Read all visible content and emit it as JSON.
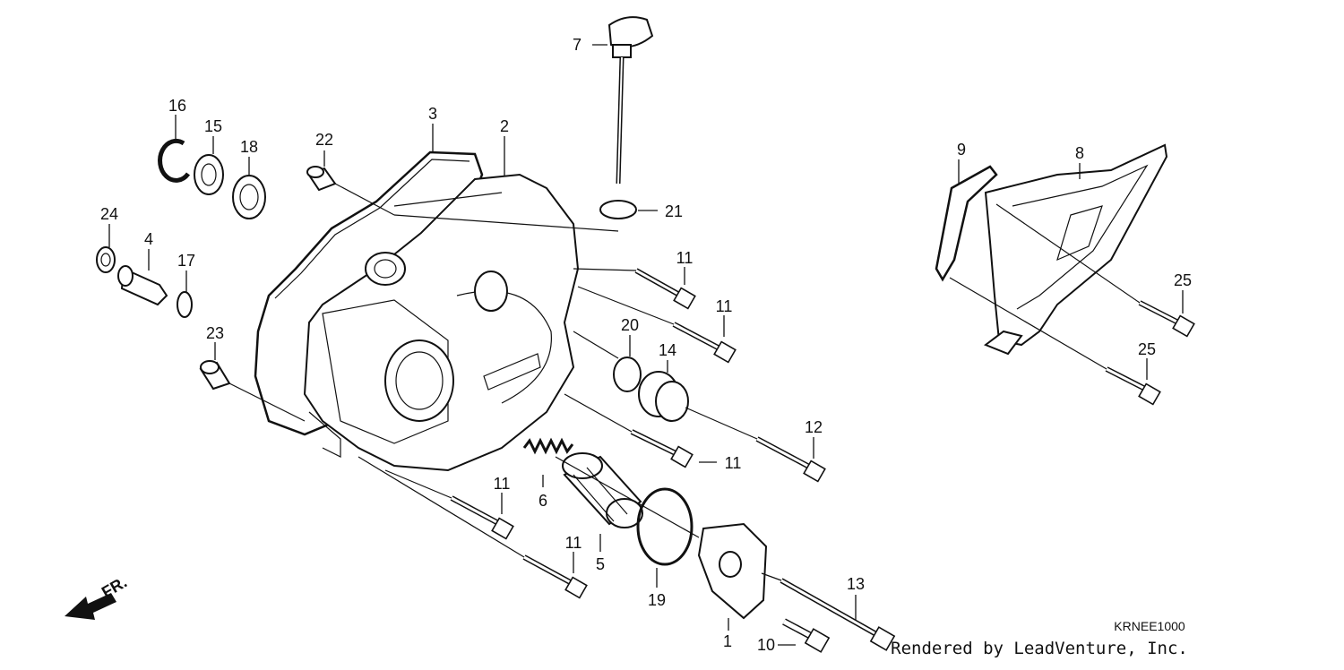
{
  "diagram": {
    "callouts": [
      "1",
      "2",
      "3",
      "4",
      "5",
      "6",
      "7",
      "8",
      "9",
      "10",
      "11",
      "12",
      "13",
      "14",
      "15",
      "16",
      "17",
      "18",
      "19",
      "20",
      "21",
      "22",
      "23",
      "24",
      "25"
    ],
    "diagram_code": "KRNEE1000",
    "credit": "Rendered by LeadVenture, Inc.",
    "direction_label": "FR."
  }
}
